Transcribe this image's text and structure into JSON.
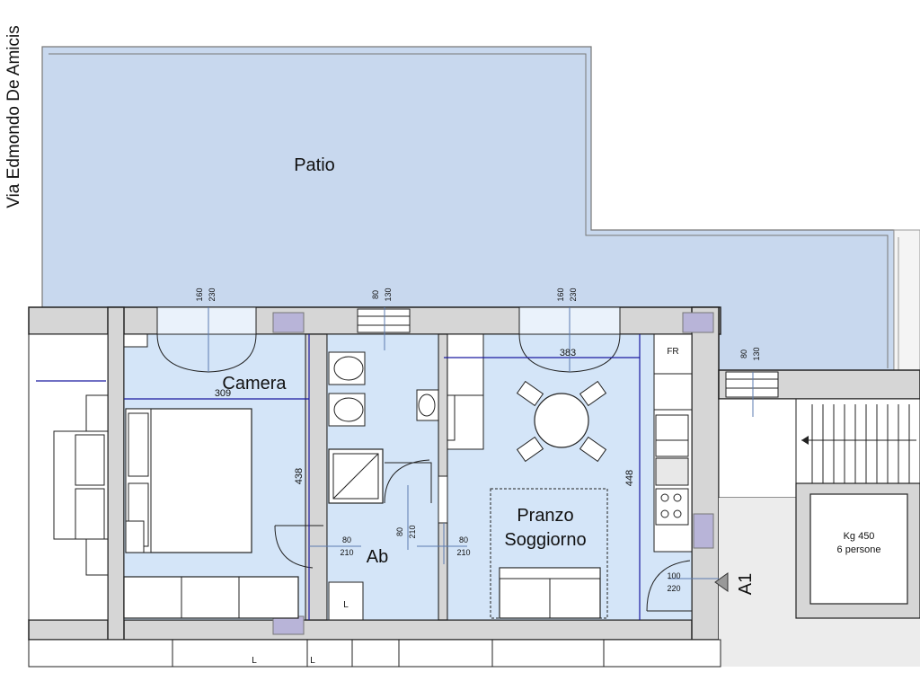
{
  "street_label": "Via Edmondo De Amicis",
  "rooms": {
    "patio": "Patio",
    "camera": "Camera",
    "bagno": "Ab",
    "pranzo_line1": "Pranzo",
    "pranzo_line2": "Soggiorno",
    "entrance": "A1"
  },
  "room_dimensions": {
    "camera_width": "309",
    "camera_depth": "438",
    "soggiorno_width": "383",
    "soggiorno_depth": "448"
  },
  "openings": {
    "camera_window_w": "160",
    "camera_window_h": "230",
    "bath_window_w": "80",
    "bath_window_h": "130",
    "living_window_w": "160",
    "living_window_h": "230",
    "kitchen_window_w": "80",
    "kitchen_window_h": "130",
    "camera_door_w": "80",
    "camera_door_h": "210",
    "bath_door_w": "80",
    "bath_door_h": "210",
    "living_door_w": "80",
    "living_door_h": "210",
    "entry_door_w": "100",
    "entry_door_h": "220"
  },
  "appliances": {
    "fridge": "FR",
    "laundry_left": "L",
    "laundry_bottom_a": "L",
    "laundry_bottom_b": "L"
  },
  "lift": {
    "capacity": "Kg 450",
    "persons": "6 persone"
  },
  "colors": {
    "patio_fill": "#c8d8ee",
    "room_fill": "#d4e5f8",
    "wall_fill": "#d6d6d6",
    "dimension_line": "#1a1aa0",
    "wall_outline": "#222222"
  }
}
